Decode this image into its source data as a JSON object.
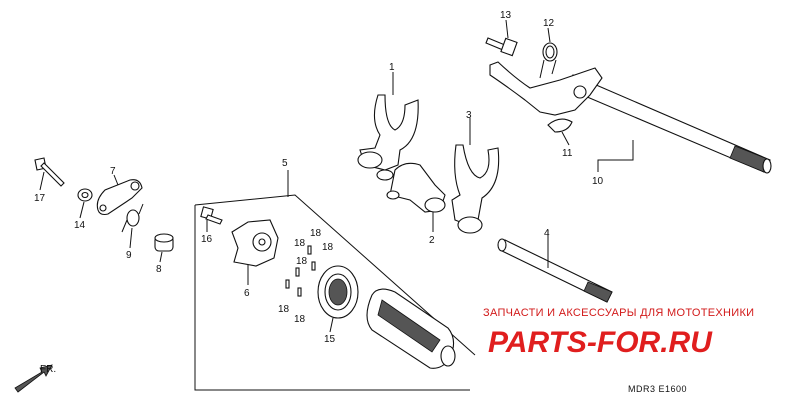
{
  "diagram": {
    "callouts": [
      "1",
      "2",
      "3",
      "4",
      "5",
      "6",
      "7",
      "8",
      "9",
      "10",
      "11",
      "12",
      "13",
      "14",
      "15",
      "16",
      "17",
      "18"
    ],
    "front_label": "FR.",
    "code": "MDR3 E1600"
  },
  "watermark": {
    "caption": "ЗАПЧАСТИ И АКСЕССУАРЫ ДЛЯ МОТОТЕХНИКИ",
    "brand": "PARTS-FOR.RU"
  }
}
